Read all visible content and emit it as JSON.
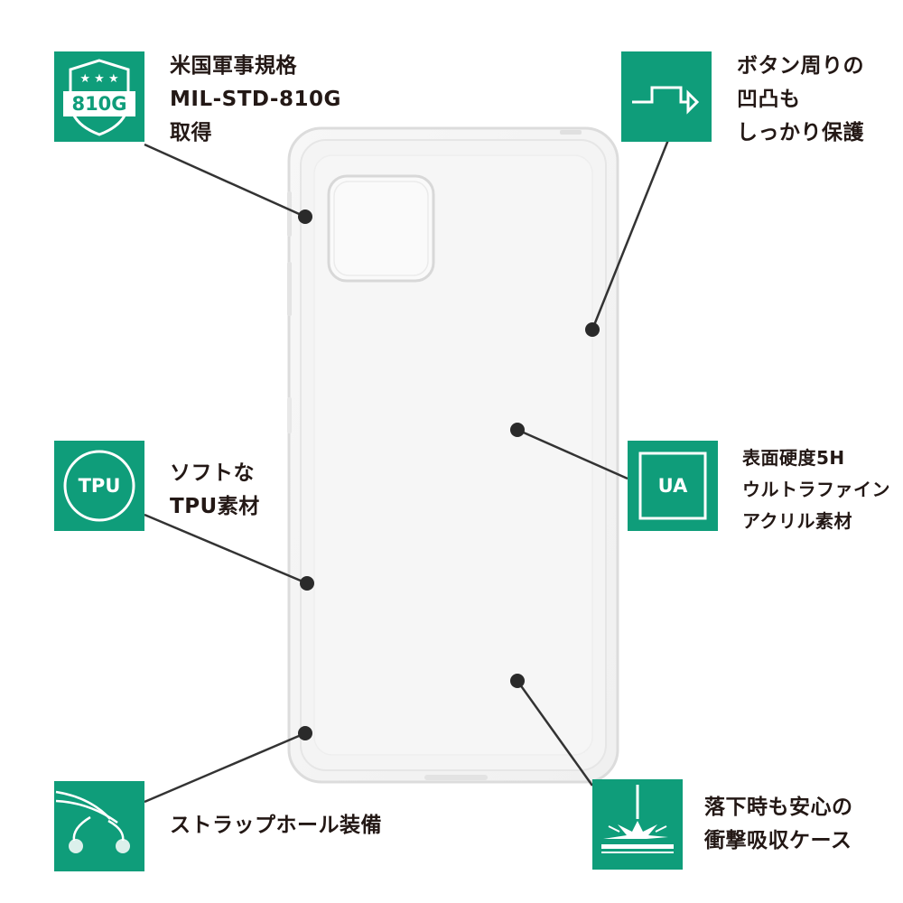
{
  "features": [
    {
      "id": "mil",
      "icon": "shield-810g-icon",
      "badge_text": "810G",
      "lines": [
        "米国軍事規格",
        "MIL-STD-810G",
        "取得"
      ]
    },
    {
      "id": "button",
      "icon": "button-step-arrow-icon",
      "lines": [
        "ボタン周りの",
        "凹凸も",
        "しっかり保護"
      ]
    },
    {
      "id": "tpu",
      "icon": "tpu-circle-icon",
      "badge_text": "TPU",
      "lines": [
        "ソフトな",
        "TPU素材"
      ]
    },
    {
      "id": "acrylic",
      "icon": "ua-square-icon",
      "badge_text": "UA",
      "lines": [
        "表面硬度5H",
        "ウルトラファイン",
        "アクリル素材"
      ]
    },
    {
      "id": "strap",
      "icon": "strap-hole-icon",
      "lines": [
        "ストラップホール装備"
      ]
    },
    {
      "id": "shock",
      "icon": "impact-absorb-icon",
      "lines": [
        "落下時も安心の",
        "衝撃吸収ケース"
      ]
    }
  ],
  "colors": {
    "accent": "#0f9d7a",
    "text": "#231815",
    "leader": "#333333"
  }
}
